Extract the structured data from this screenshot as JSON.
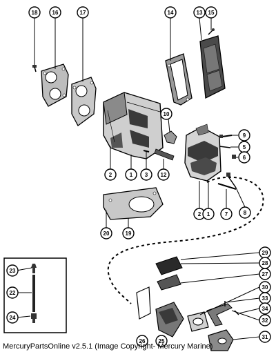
{
  "caption": "MercuryPartsOnline v2.5.1 (Image Copyright- Mercury Marine)",
  "callouts": {
    "c18": "18",
    "c16": "16",
    "c17": "17",
    "c14": "14",
    "c13": "13",
    "c15": "15",
    "c10": "10",
    "c9": "9",
    "c5": "5",
    "c6": "6",
    "c2a": "2",
    "c1a": "1",
    "c3": "3",
    "c12": "12",
    "c2b": "2",
    "c1b": "1",
    "c7": "7",
    "c8": "8",
    "c20": "20",
    "c19": "19",
    "c29": "29",
    "c28": "28",
    "c27": "27",
    "c30": "30",
    "c33": "33",
    "c34": "34",
    "c32": "32",
    "c31": "31",
    "c26": "26",
    "c25": "25",
    "c23": "23",
    "c22": "22",
    "c24": "24"
  },
  "colors": {
    "ink": "#000000",
    "casting_dark": "#3a3a3a",
    "casting_mid": "#8a8a8a",
    "casting_light": "#cfcfcf",
    "background": "#ffffff"
  }
}
